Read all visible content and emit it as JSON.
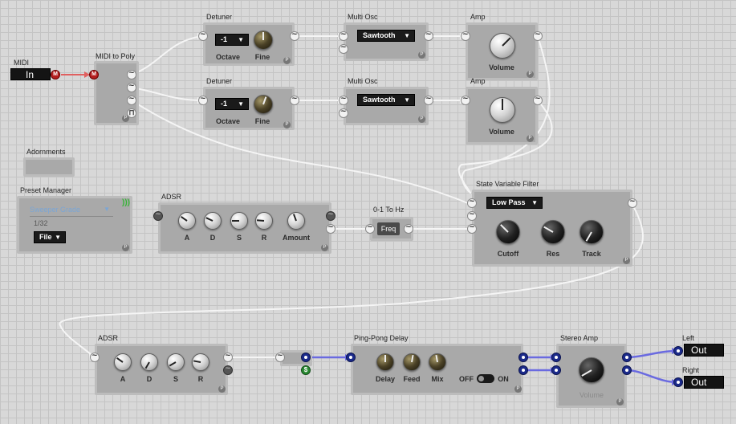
{
  "midi_in": {
    "title": "MIDI",
    "label": "In"
  },
  "midi_to_poly": {
    "title": "MIDI to Poly"
  },
  "detuner1": {
    "title": "Detuner",
    "value": "-1",
    "octave_label": "Octave",
    "fine_label": "Fine"
  },
  "detuner2": {
    "title": "Detuner",
    "value": "-1",
    "octave_label": "Octave",
    "fine_label": "Fine"
  },
  "multiosc1": {
    "title": "Multi Osc",
    "waveform": "Sawtooth"
  },
  "multiosc2": {
    "title": "Multi Osc",
    "waveform": "Sawtooth"
  },
  "amp1": {
    "title": "Amp",
    "volume_label": "Volume"
  },
  "amp2": {
    "title": "Amp",
    "volume_label": "Volume"
  },
  "adornments": {
    "title": "Adornments"
  },
  "preset_manager": {
    "title": "Preset Manager",
    "preset_name": "Sweeper Grade",
    "count": "1/32",
    "file_label": "File"
  },
  "adsr1": {
    "title": "ADSR",
    "a": "A",
    "d": "D",
    "s": "S",
    "r": "R",
    "amount": "Amount"
  },
  "zero_to_hz": {
    "title": "0-1 To Hz",
    "freq_label": "Freq"
  },
  "svf": {
    "title": "State Variable Filter",
    "mode": "Low Pass",
    "cutoff": "Cutoff",
    "res": "Res",
    "track": "Track"
  },
  "adsr2": {
    "title": "ADSR",
    "a": "A",
    "d": "D",
    "s": "S",
    "r": "R"
  },
  "delay": {
    "title": "Ping-Pong Delay",
    "delay_label": "Delay",
    "feed_label": "Feed",
    "mix_label": "Mix",
    "off_label": "OFF",
    "on_label": "ON"
  },
  "stereo_amp": {
    "title": "Stereo Amp",
    "volume_label": "Volume"
  },
  "out_left": {
    "title": "Left",
    "label": "Out"
  },
  "out_right": {
    "title": "Right",
    "label": "Out"
  },
  "badge": {
    "p": "P"
  },
  "colors": {
    "panel": "#a9a9a9",
    "background": "#d8d8d8",
    "audio_wire": "#f5f5f5",
    "stereo_wire": "#6a6ae0",
    "midi_wire": "#e06060"
  },
  "icons": {
    "port": "sine-wave-icon",
    "midi_port": "midi-icon",
    "stereo_port": "stereo-dot-icon",
    "gate_port": "gate-icon",
    "signal_port": "dollar-icon",
    "dropdown": "triangle-down-icon",
    "connection": "wireless-icon"
  }
}
